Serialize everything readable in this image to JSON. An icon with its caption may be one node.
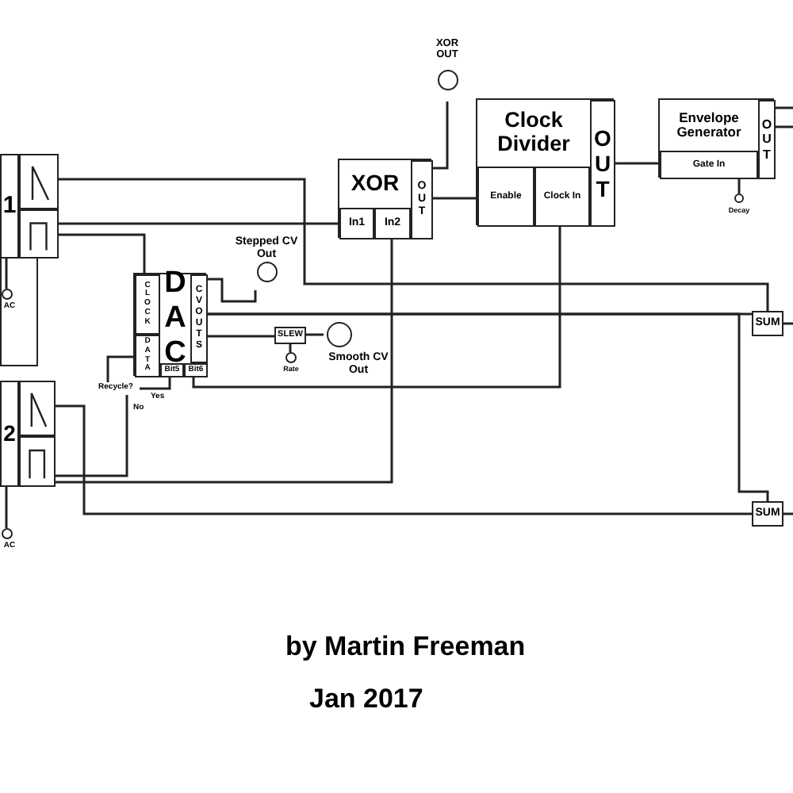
{
  "diagram": {
    "nodes": [
      {
        "text": [
          "1"
        ]
      },
      {
        "text": [],
        "shape": "box"
      },
      {
        "text": [],
        "shape": "box"
      },
      {
        "text": [],
        "shape": "circle",
        "beside": [
          "AC"
        ]
      },
      {
        "text": [
          "2"
        ]
      },
      {
        "text": [],
        "shape": "box"
      },
      {
        "text": [],
        "shape": "box"
      },
      {
        "text": [],
        "shape": "circle",
        "beside": [
          "AC"
        ]
      },
      {
        "text": [
          "DAC"
        ]
      },
      {
        "text": [
          "CLOCK"
        ],
        "in": 8
      },
      {
        "text": [
          "DATA"
        ],
        "in": 8
      },
      {
        "text": [
          "CV OUTS"
        ],
        "in": 8
      },
      {
        "text": [
          "Bit5"
        ],
        "in": 8
      },
      {
        "text": [
          "Bit6"
        ],
        "in": 8
      },
      {
        "text": [
          "Recycle?"
        ]
      },
      {
        "text": [
          "Stepped CV Out"
        ]
      },
      {
        "text": [
          "SLEW"
        ]
      },
      {
        "text": [],
        "shape": "circle",
        "beside": [
          "Rate"
        ]
      },
      {
        "text": [
          "Smooth CV Out"
        ]
      },
      {
        "text": [
          "XOR"
        ]
      },
      {
        "text": [
          "In1"
        ],
        "in": 19
      },
      {
        "text": [
          "In2"
        ],
        "in": 19
      },
      {
        "text": [
          "OUT"
        ],
        "in": 19
      },
      {
        "text": [
          "XOR OUT"
        ]
      },
      {
        "text": [
          "Clock Divider"
        ]
      },
      {
        "text": [
          "Enable"
        ],
        "in": 24
      },
      {
        "text": [
          "Clock In"
        ],
        "in": 24
      },
      {
        "text": [
          "OUT"
        ],
        "in": 24
      },
      {
        "text": [
          "Envelope Generator"
        ]
      },
      {
        "text": [
          "Gate In"
        ],
        "in": 28
      },
      {
        "text": [
          "OUT"
        ],
        "in": 28
      },
      {
        "text": [],
        "shape": "circle",
        "beside": [
          "Decay"
        ]
      },
      {
        "text": [
          "SUM"
        ]
      },
      {
        "text": [
          "SUM"
        ]
      }
    ],
    "edges": [
      {
        "from": 1,
        "to": 32,
        "arrow": "none"
      },
      {
        "from": 2,
        "to": 20,
        "arrow": "none"
      },
      {
        "from": 2,
        "to": 9,
        "arrow": "none"
      },
      {
        "from": 11,
        "to": 15,
        "arrow": "none"
      },
      {
        "from": 11,
        "to": 16,
        "arrow": "none"
      },
      {
        "from": 16,
        "to": 18,
        "arrow": "none"
      },
      {
        "from": 17,
        "to": 16,
        "arrow": "none"
      },
      {
        "from": 11,
        "to": 32,
        "arrow": "none"
      },
      {
        "from": 11,
        "to": 33,
        "arrow": "none"
      },
      {
        "from": 12,
        "to": 14,
        "arrow": "none"
      },
      {
        "from": 13,
        "to": 26,
        "arrow": "none"
      },
      {
        "from": 6,
        "to": 14,
        "arrow": "none"
      },
      {
        "from": 14,
        "to": 10,
        "arrow": "none"
      },
      {
        "from": 5,
        "to": 33,
        "arrow": "none"
      },
      {
        "from": 6,
        "to": 21,
        "arrow": "none"
      },
      {
        "from": 22,
        "to": 25,
        "arrow": "none"
      },
      {
        "from": 22,
        "to": 23,
        "arrow": "none"
      },
      {
        "from": 27,
        "to": 29,
        "arrow": "none"
      },
      {
        "from": 31,
        "to": 28,
        "arrow": "none"
      },
      {
        "from": 30,
        "to": null,
        "arrow": "none"
      },
      {
        "from": 30,
        "to": null,
        "arrow": "none"
      },
      {
        "from": 32,
        "to": null,
        "arrow": "none"
      },
      {
        "from": 33,
        "to": null,
        "arrow": "none"
      },
      {
        "from": 3,
        "to": 0,
        "arrow": "none"
      },
      {
        "from": 7,
        "to": 4,
        "arrow": "none"
      }
    ],
    "labels": [
      "Yes",
      "No",
      "by Martin Freeman",
      "Jan 2017"
    ]
  }
}
